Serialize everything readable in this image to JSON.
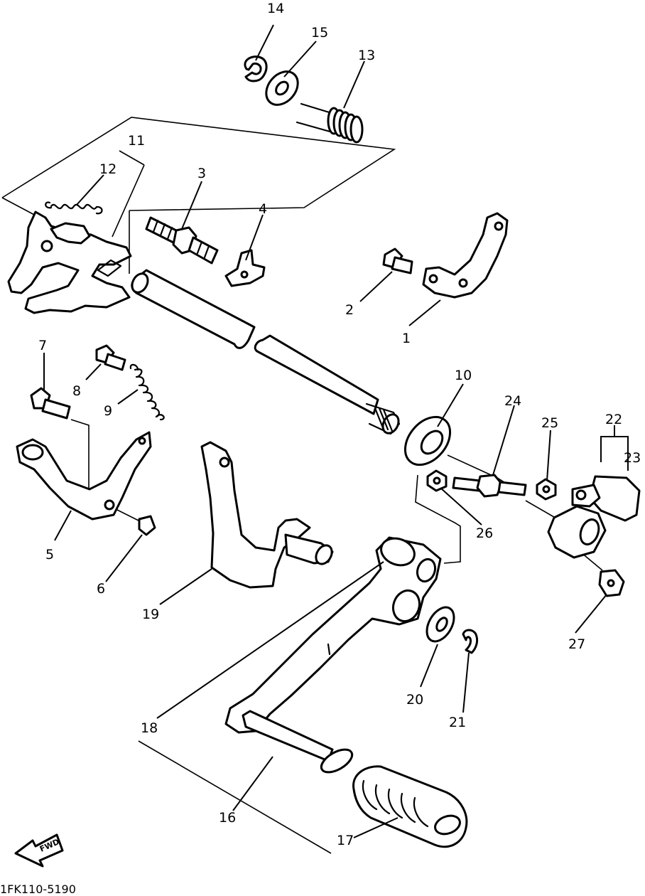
{
  "diagram": {
    "doc_code": "1FK110-5190",
    "fwd_label": "FWD",
    "callouts": {
      "p1": "1",
      "p2": "2",
      "p3": "3",
      "p4": "4",
      "p5": "5",
      "p6": "6",
      "p7": "7",
      "p8": "8",
      "p9": "9",
      "p10": "10",
      "p11": "11",
      "p12": "12",
      "p13": "13",
      "p14": "14",
      "p15": "15",
      "p16": "16",
      "p17": "17",
      "p18": "18",
      "p19": "19",
      "p20": "20",
      "p21": "21",
      "p22": "22",
      "p23": "23",
      "p24": "24",
      "p25": "25",
      "p26": "26",
      "p27": "27"
    }
  }
}
